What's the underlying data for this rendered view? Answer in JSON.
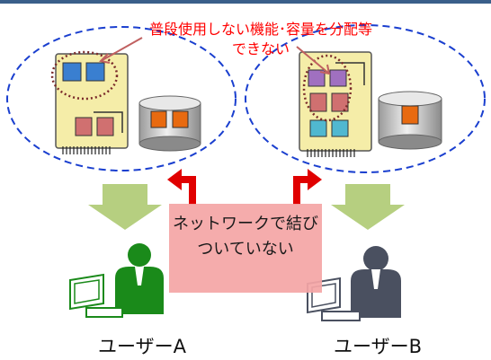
{
  "callout_text": "普段使用しない機能･容量を分配等できない",
  "network_note": "ネットワークで結びついていない",
  "users": [
    {
      "label": "ユーザーA",
      "color": "#1a8a1a"
    },
    {
      "label": "ユーザーB",
      "color": "#4a5060"
    }
  ],
  "colors": {
    "top_bar": "#3a5f8a",
    "ellipse_outline": "#1a3fcf",
    "callout": "#ff0000",
    "network_box": "#f4a6a6",
    "arrow_red": "#e00000",
    "arrow_green": "#b6cf80",
    "board": "#f5eda8"
  }
}
